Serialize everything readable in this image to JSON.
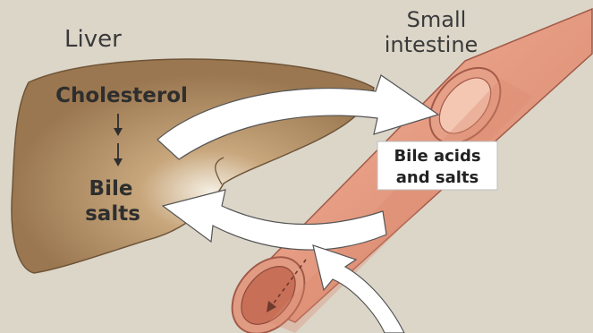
{
  "labels": {
    "liver": "Liver",
    "small_intestine_line1": "Small",
    "small_intestine_line2": "intestine",
    "cholesterol": "Cholesterol",
    "bile_line1": "Bile",
    "bile_line2": "salts",
    "bile_acids_line1": "Bile acids",
    "bile_acids_line2": "and salts"
  },
  "colors": {
    "background": "#dcd6c9",
    "liver": "#9c7a52",
    "liver_highlight": "#f3ebdd",
    "intestine_outer": "#e9a58c",
    "intestine_inner": "#c56f57",
    "arrow_fill": "#ffffff",
    "text": "#3a3a3a"
  }
}
